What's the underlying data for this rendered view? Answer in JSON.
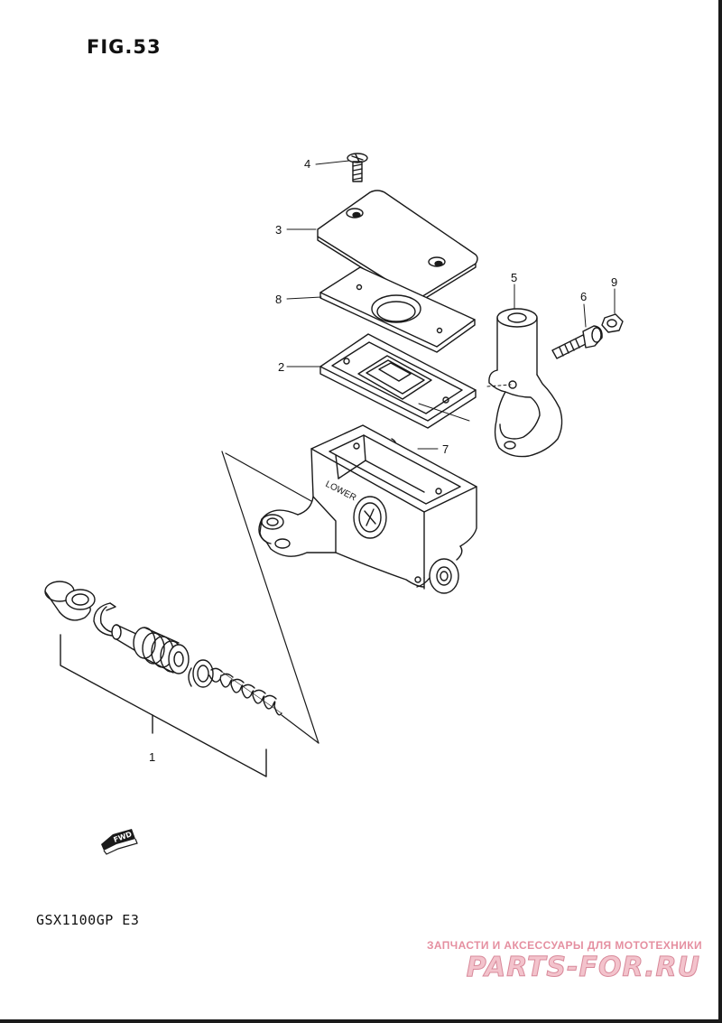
{
  "figure": {
    "title": "FIG.53",
    "model_code": "GSX1100GP  E3",
    "direction_label": "FWD",
    "housing_marking": "LOWER"
  },
  "callouts": [
    {
      "id": "callout-1",
      "number": "1"
    },
    {
      "id": "callout-2",
      "number": "2"
    },
    {
      "id": "callout-3",
      "number": "3"
    },
    {
      "id": "callout-4",
      "number": "4"
    },
    {
      "id": "callout-5",
      "number": "5"
    },
    {
      "id": "callout-6",
      "number": "6"
    },
    {
      "id": "callout-7",
      "number": "7"
    },
    {
      "id": "callout-8",
      "number": "8"
    },
    {
      "id": "callout-9",
      "number": "9"
    }
  ],
  "watermark": {
    "tagline": "ЗАПЧАСТИ И АКСЕССУАРЫ ДЛЯ МОТОТЕХНИКИ",
    "logo_text": "PARTS-FOR.RU"
  },
  "colors": {
    "line": "#1a1a1a",
    "paper": "#ffffff",
    "watermark": "#e58fa0"
  }
}
